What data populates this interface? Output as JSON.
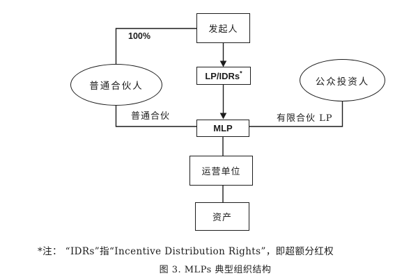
{
  "diagram": {
    "nodes": {
      "sponsor": "发起人",
      "lp_idrs": "LP/IDRs",
      "lp_idrs_note_mark": "*",
      "mlp": "MLP",
      "operating_unit": "运营单位",
      "assets": "资产",
      "general_partner": "普通合伙人",
      "public_investors": "公众投资人"
    },
    "edge_labels": {
      "ownership": "100%",
      "general_partnership": "普通合伙",
      "limited_partnership": "有限合伙 LP"
    }
  },
  "footnote": "*注： “IDRs”指“Incentive Distribution Rights”，即超额分红权",
  "caption": "图 3. MLPs 典型组织结构",
  "colors": {
    "line": "#1c1c1c",
    "text": "#1c1c1c",
    "background": "#ffffff"
  }
}
